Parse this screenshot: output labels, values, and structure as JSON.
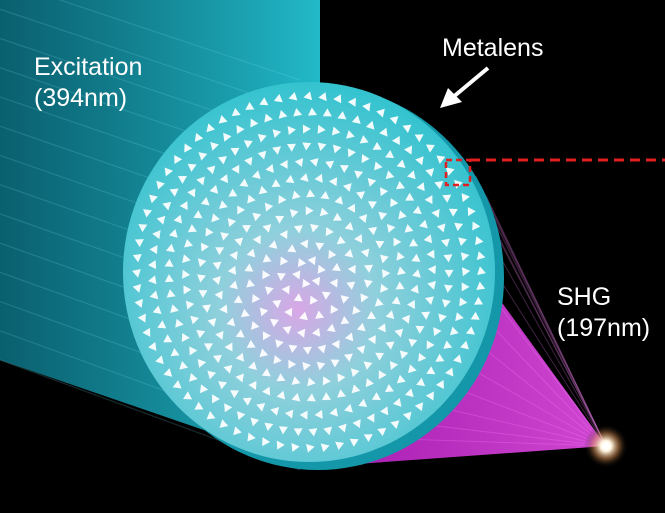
{
  "labels": {
    "excitation_line1": "Excitation",
    "excitation_line2": "(394nm)",
    "metalens": "Metalens",
    "shg_line1": "SHG",
    "shg_line2": "(197nm)"
  },
  "colors": {
    "background": "#000000",
    "excitation_beam": "#1fb8c8",
    "lens_face": "#36c6d2",
    "lens_rim": "#1aa0b0",
    "shg_beam": "#cc33d6",
    "nanostructure": "#ffffff",
    "selection_box": "#e02020",
    "arrow": "#ffffff"
  },
  "icons": {
    "nanostructure": "triangle-nanostructure-icon",
    "pointer": "arrow-icon",
    "focus": "focal-spot-icon"
  }
}
